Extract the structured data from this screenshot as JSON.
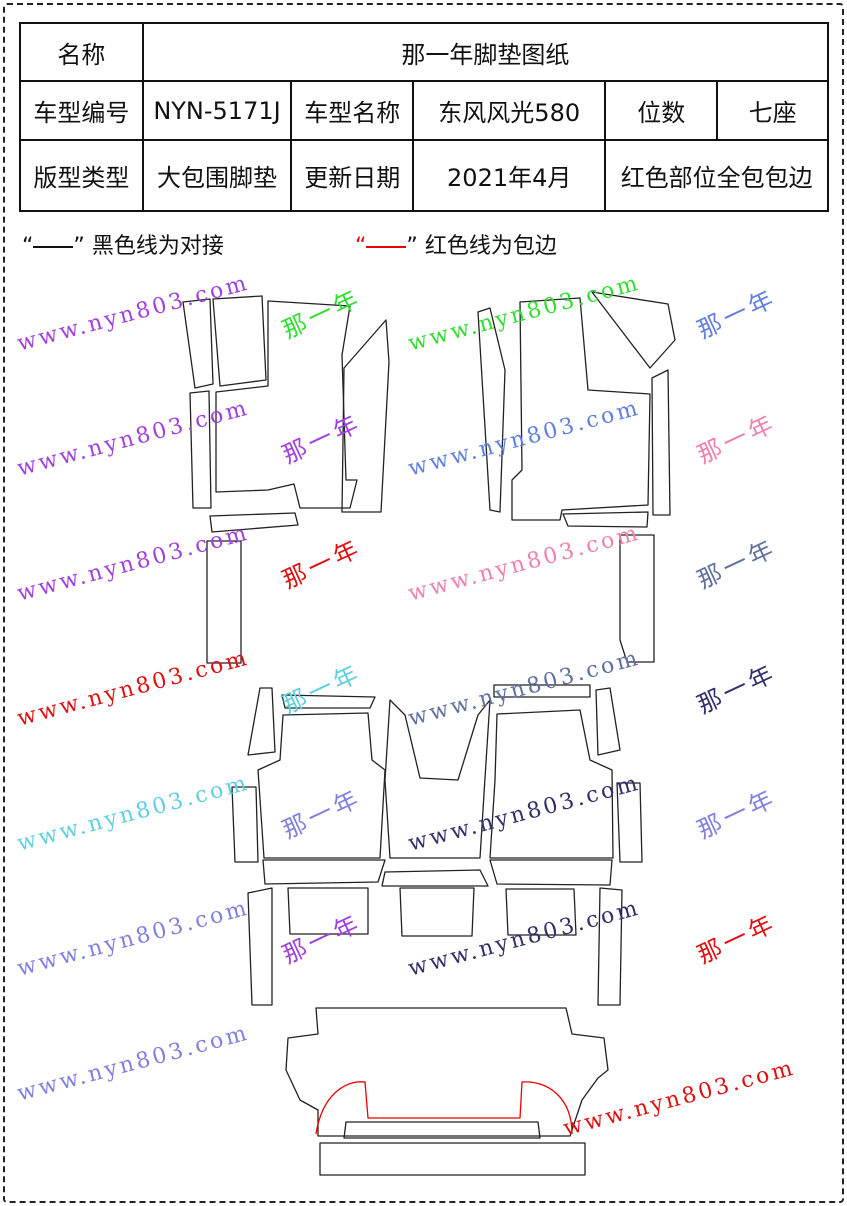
{
  "table": {
    "name_label": "名称",
    "name_value": "那一年脚垫图纸",
    "model_code_label": "车型编号",
    "model_code_value": "NYN-5171J",
    "model_name_label": "车型名称",
    "model_name_value": "东风风光580",
    "seats_label": "位数",
    "seats_value": "七座",
    "style_label": "版型类型",
    "style_value": "大包围脚垫",
    "date_label": "更新日期",
    "date_value": "2021年4月",
    "note": "红色部位全包包边"
  },
  "legend": {
    "black_open": "“",
    "black_close": "”",
    "black_text": "黑色线为对接",
    "red_open": "“",
    "red_close": "”",
    "red_text": "红色线为包边"
  },
  "watermark": {
    "url": "www.nyn803.com",
    "brand": "那一年"
  },
  "colors": {
    "line": "#222222",
    "bind_line": "#e00000"
  }
}
